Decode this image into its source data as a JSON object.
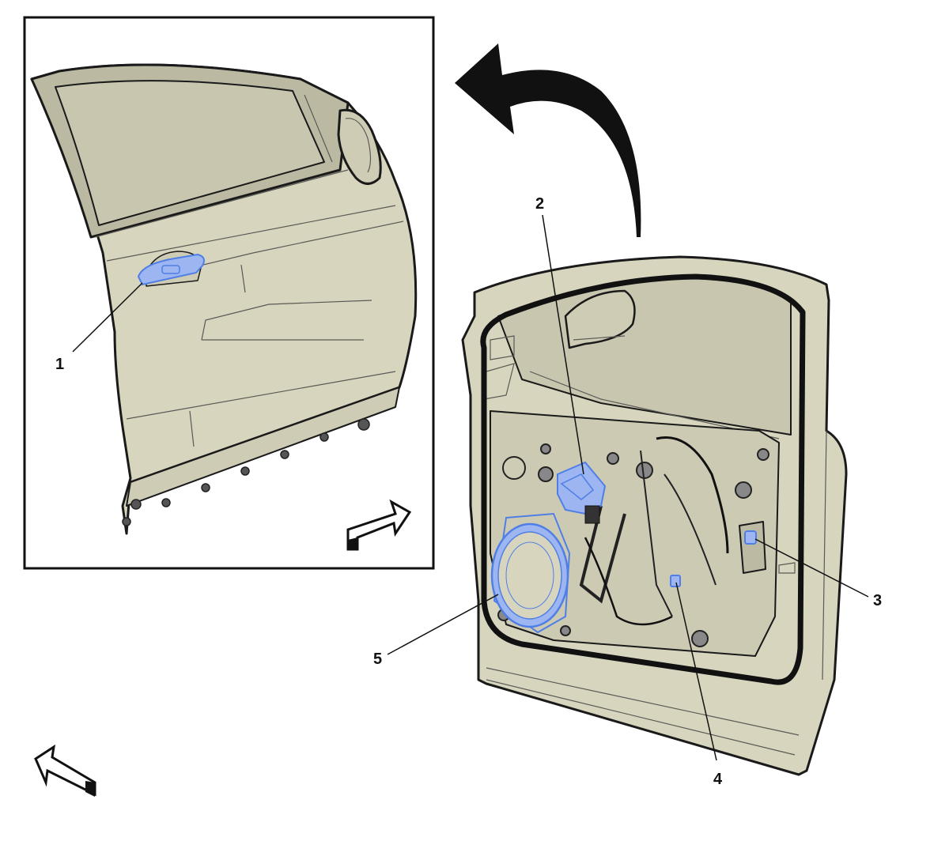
{
  "figure": {
    "description_labels": [],
    "callouts": [
      {
        "id": "1",
        "label": "1"
      },
      {
        "id": "2",
        "label": "2"
      },
      {
        "id": "3",
        "label": "3"
      },
      {
        "id": "4",
        "label": "4"
      },
      {
        "id": "5",
        "label": "5"
      }
    ]
  },
  "colors": {
    "panel": "#d8d5bf",
    "highlight": "#9db6f2",
    "highlight_stroke": "#4f7fe6",
    "outline": "#1a1a1a"
  }
}
